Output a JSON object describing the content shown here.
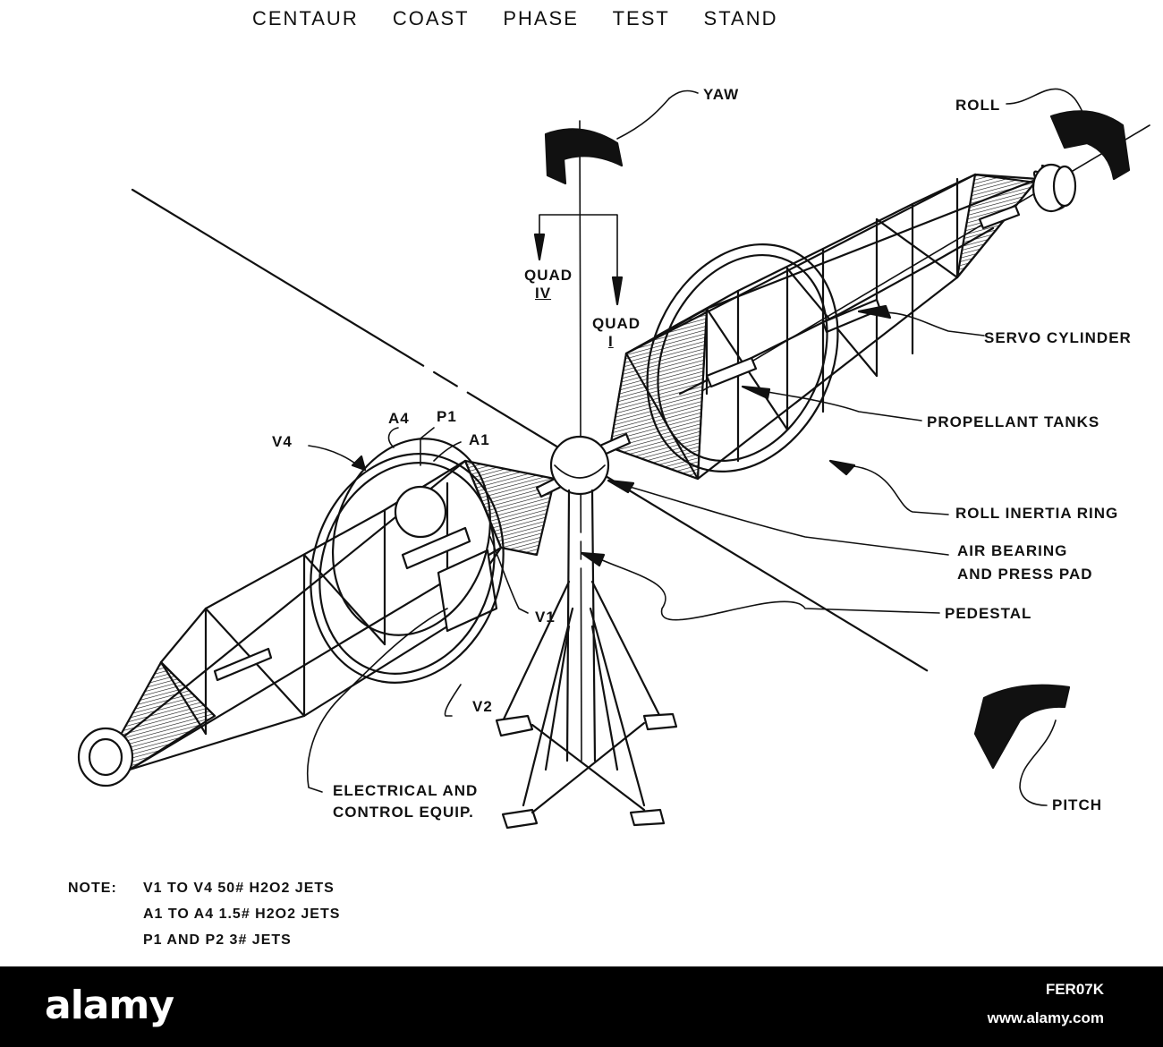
{
  "title": "CENTAUR COAST PHASE TEST STAND",
  "labels": {
    "yaw": "YAW",
    "roll": "ROLL",
    "quad_iv_word": "QUAD",
    "quad_iv_num": "IV",
    "quad_i_word": "QUAD",
    "quad_i_num": "I",
    "servo": "SERVO CYLINDER",
    "tanks": "PROPELLANT TANKS",
    "ring": "ROLL INERTIA RING",
    "air1": "AIR BEARING",
    "air2": "AND PRESS PAD",
    "pedestal": "PEDESTAL",
    "pitch": "PITCH",
    "elec1": "ELECTRICAL AND",
    "elec2": "CONTROL EQUIP.",
    "v4": "V4",
    "a4": "A4",
    "p1": "P1",
    "a1": "A1",
    "v1": "V1",
    "v2": "V2"
  },
  "note": {
    "head": "NOTE:",
    "line1": "V1 TO V4 50# H2O2 JETS",
    "line2": "A1 TO A4 1.5# H2O2 JETS",
    "line3": "P1 AND P2 3# JETS"
  },
  "footer": {
    "brand": "alamy",
    "code": "FER07K",
    "site": "www.alamy.com"
  }
}
